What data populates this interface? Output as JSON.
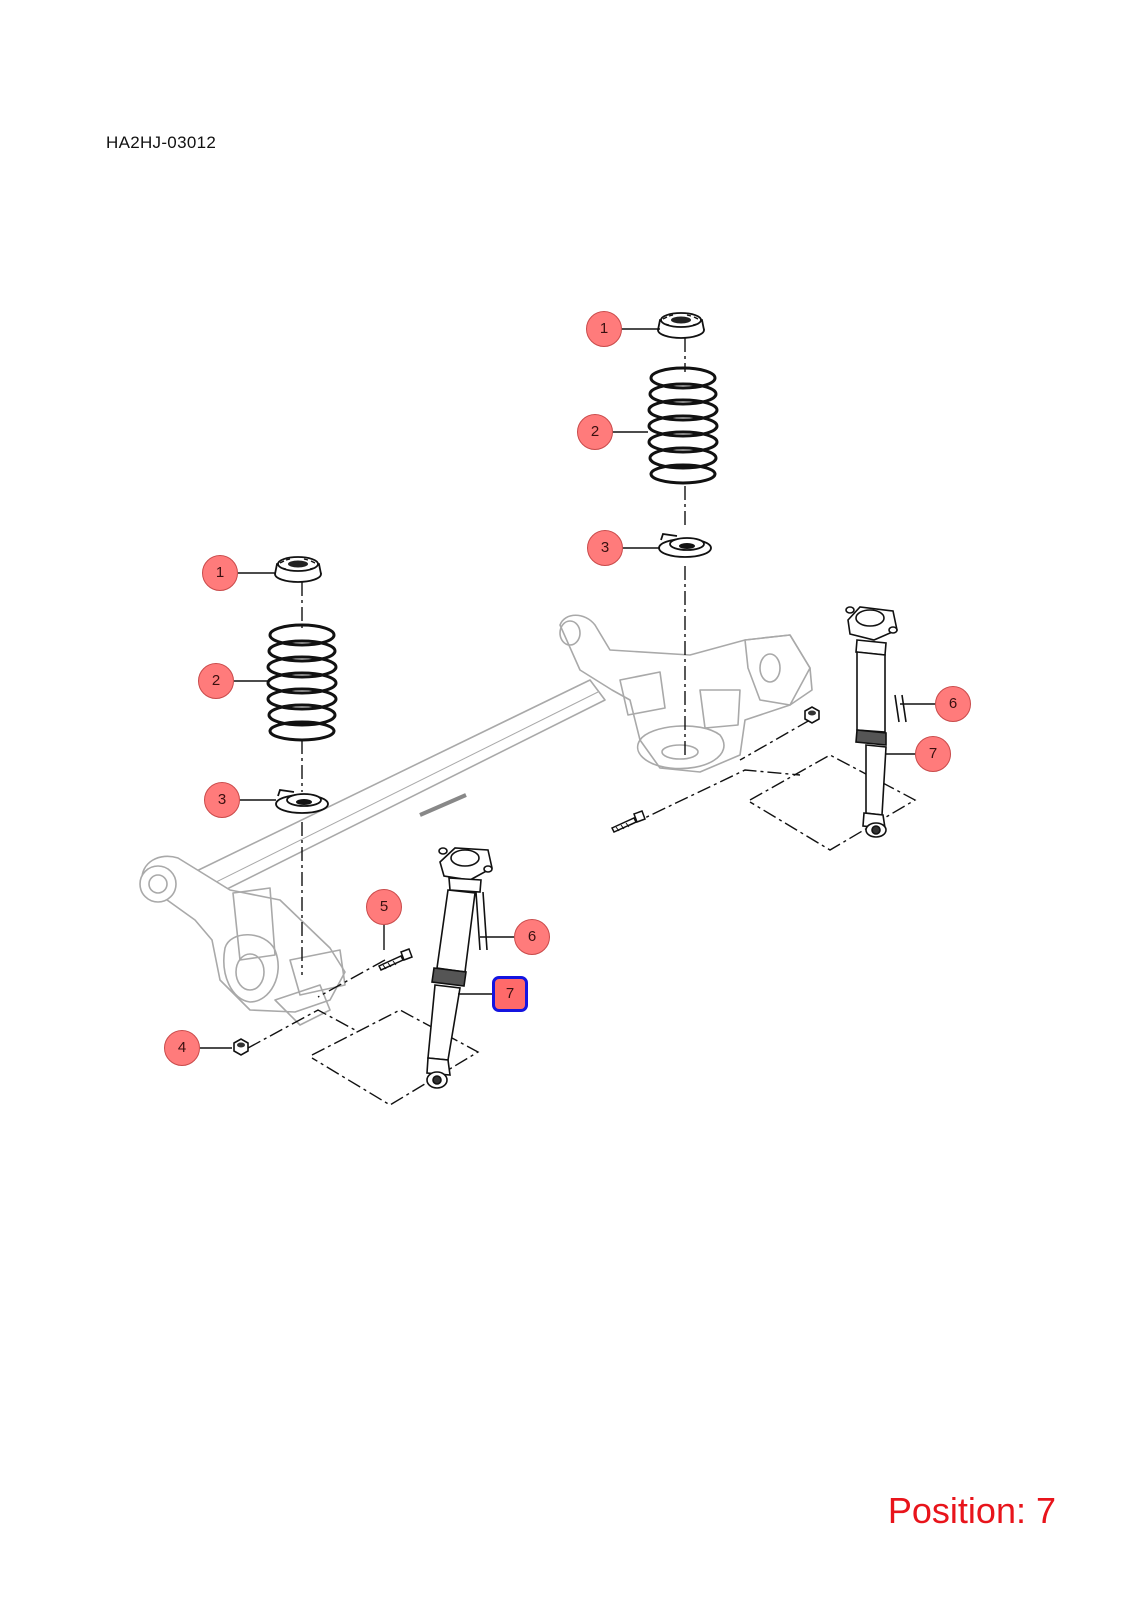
{
  "diagram_code": "HA2HJ-03012",
  "position_text": "Position: 7",
  "selected_position": "7",
  "callouts": [
    {
      "label": "1"
    },
    {
      "label": "2"
    },
    {
      "label": "3"
    },
    {
      "label": "1"
    },
    {
      "label": "2"
    },
    {
      "label": "3"
    },
    {
      "label": "5"
    },
    {
      "label": "6"
    },
    {
      "label": "7"
    },
    {
      "label": "4"
    },
    {
      "label": "6"
    },
    {
      "label": "7"
    }
  ],
  "colors": {
    "callout_fill": "#ff7b7b",
    "selected_border": "#1414e0",
    "position_text": "#e8141b"
  }
}
